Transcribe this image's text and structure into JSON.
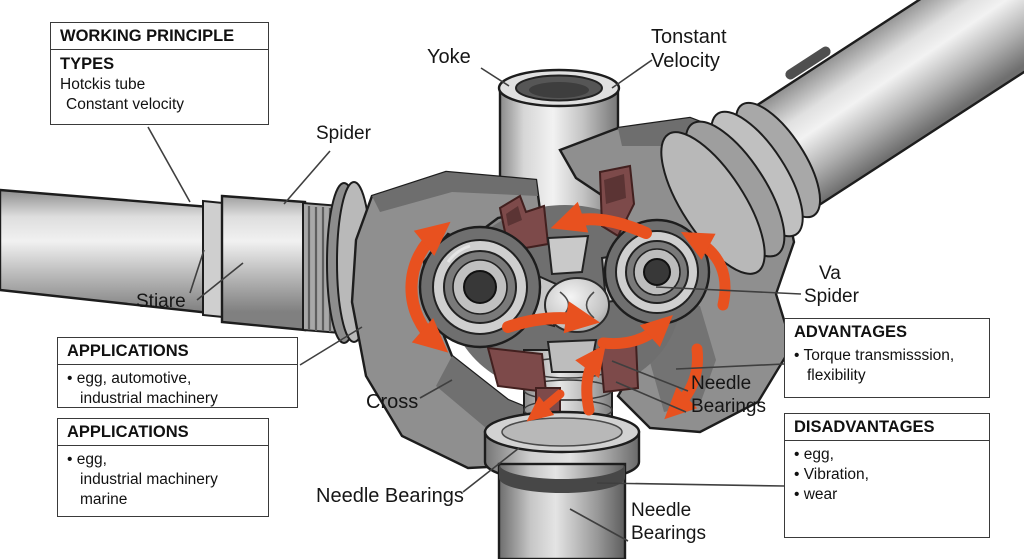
{
  "info_boxes": {
    "working_principle": {
      "title": "WORKING PRINCIPLE",
      "types_heading": "TYPES",
      "type_1": "Hotckis tube",
      "type_2": "Constant velocity"
    },
    "applications_top": {
      "title": "APPLICATIONS",
      "item_1": "• egg, automotive,",
      "item_2": "industrial machinery"
    },
    "applications_bottom": {
      "title": "APPLICATIONS",
      "item_1": "• egg,",
      "item_2": "industrial machinery",
      "item_3": "marine"
    },
    "advantages": {
      "title": "ADVANTAGES",
      "item_1": "• Torque transmisssion,",
      "item_2": "flexibility"
    },
    "disadvantages": {
      "title": "DISADVANTAGES",
      "item_1": "• egg,",
      "item_2": "• Vibration,",
      "item_3": "• wear"
    }
  },
  "part_labels": {
    "spider_upper": "Spider",
    "yoke": "Yoke",
    "constant_velocity_1": "Tonstant",
    "constant_velocity_2": "Velocity",
    "shaft": "Stiare",
    "cross": "Cross",
    "va_spider_1": "Va",
    "va_spider_2": "Spider",
    "needle_bearings_right_1": "Needle",
    "needle_bearings_right_2": "Bearings",
    "needle_bearings_lower": "Needle Bearings",
    "needle_bearings_bottom_1": "Needle",
    "needle_bearings_bottom_2": "Bearings"
  },
  "colors": {
    "background": "#ffffff",
    "rotation_arrow": "#e8511f",
    "cut_surface": "#7d4a4a",
    "metal_outline": "#1d1d1d",
    "box_border": "#3a3a3a",
    "label_text": "#161616"
  }
}
